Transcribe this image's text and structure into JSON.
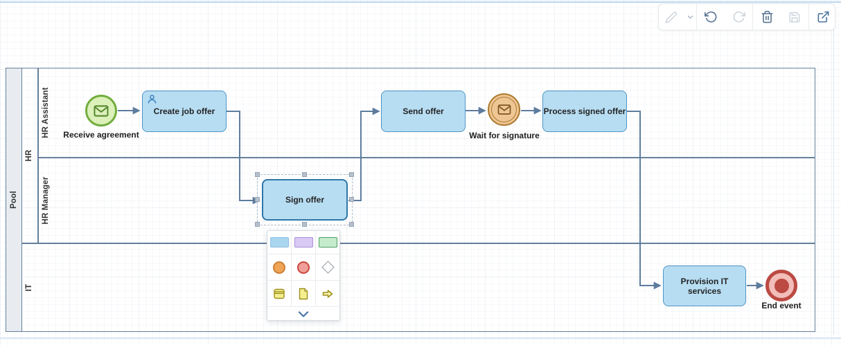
{
  "toolbar": {
    "buttons": [
      {
        "id": "edit",
        "icon": "pencil-icon",
        "enabled": false
      },
      {
        "id": "edit-options",
        "icon": "caret-down-icon",
        "enabled": true
      },
      {
        "id": "undo",
        "icon": "undo-icon",
        "enabled": true
      },
      {
        "id": "redo",
        "icon": "redo-icon",
        "enabled": false
      },
      {
        "id": "delete",
        "icon": "trash-icon",
        "enabled": true
      },
      {
        "id": "save",
        "icon": "save-icon",
        "enabled": false
      },
      {
        "id": "open-external",
        "icon": "external-link-icon",
        "enabled": true
      }
    ]
  },
  "pool": {
    "label": "Pool",
    "lanes": [
      {
        "label": "HR",
        "sublanes": [
          "HR Assistant",
          "HR Manager"
        ]
      },
      {
        "label": "IT",
        "sublanes": []
      }
    ]
  },
  "diagram": {
    "start_event": {
      "label": "Receive agreement",
      "kind": "message-start-event"
    },
    "tasks": {
      "create_job_offer": {
        "label": "Create job offer",
        "lane": "HR Assistant",
        "has_user_icon": true
      },
      "send_offer": {
        "label": "Send offer",
        "lane": "HR Assistant"
      },
      "process_signed_offer": {
        "label": "Process signed offer",
        "lane": "HR Assistant"
      },
      "sign_offer": {
        "label": "Sign offer",
        "lane": "HR Manager",
        "selected": true
      },
      "provision_it_services": {
        "label": "Provision IT services",
        "lane": "IT"
      }
    },
    "intermediate_event": {
      "label": "Wait for signature",
      "kind": "message-catch-event"
    },
    "end_event": {
      "label": "End event",
      "kind": "end-event"
    },
    "flows": [
      "Receive agreement -> Create job offer",
      "Create job offer -> Sign offer",
      "Sign offer -> Send offer",
      "Send offer -> Wait for signature",
      "Wait for signature -> Process signed offer",
      "Process signed offer -> Provision IT services",
      "Provision IT services -> End event"
    ]
  },
  "context_menu": {
    "items": [
      {
        "icon": "blue-task-swatch"
      },
      {
        "icon": "purple-task-swatch"
      },
      {
        "icon": "green-subprocess-swatch"
      },
      {
        "icon": "orange-intermediate-event-swatch"
      },
      {
        "icon": "red-end-event-swatch"
      },
      {
        "icon": "gateway-diamond-swatch"
      },
      {
        "icon": "data-store-swatch"
      },
      {
        "icon": "document-swatch"
      },
      {
        "icon": "arrow-swatch"
      }
    ],
    "expand": {
      "icon": "chevron-down-icon"
    }
  },
  "colors": {
    "task_fill": "#b7ddf2",
    "task_border": "#4e94c6",
    "task_border_selected": "#2e76a8",
    "start_fill": "#dcf0ba",
    "start_border": "#72ad3e",
    "intermediate_fill": "#eec694",
    "intermediate_border": "#ae7a2f",
    "end_ring": "#bb4a42",
    "end_inner": "#f3bdb9",
    "flow_line": "#5d7c9e",
    "lane_border": "#64809c",
    "pool_header_fill": "#e8ecf1"
  }
}
